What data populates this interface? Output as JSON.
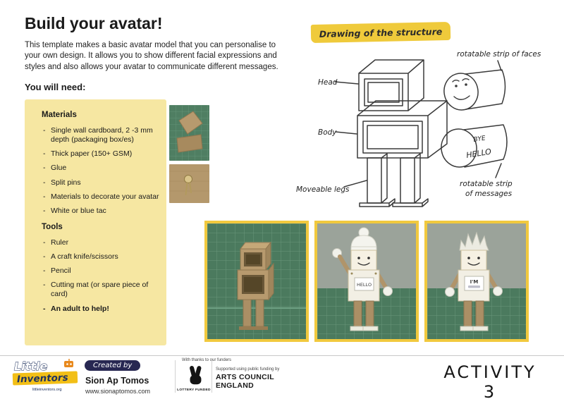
{
  "header": {
    "title": "Build your avatar!",
    "intro": "This template makes a basic avatar model that you can personalise to your own design. It allows you to show different facial expressions and styles and also allows your avatar to communicate different messages.",
    "you_will_need": "You will need:"
  },
  "supplies": {
    "materials_title": "Materials",
    "materials": [
      "Single wall cardboard, 2 -3 mm depth (packaging box/es)",
      "Thick paper (150+ GSM)",
      "Glue",
      "Split pins",
      "Materials to decorate your avatar",
      "White or blue tac"
    ],
    "tools_title": "Tools",
    "tools": [
      "Ruler",
      "A craft knife/scissors",
      "Pencil",
      "Cutting mat (or spare piece of card)",
      "An adult to help!"
    ]
  },
  "diagram": {
    "banner": "Drawing of the structure",
    "label_head": "Head",
    "label_body": "Body",
    "label_legs": "Moveable legs",
    "label_faces": "rotatable strip of faces",
    "label_messages_1": "rotatable strip",
    "label_messages_2": "of messages",
    "strip_text_bye": "BYE",
    "strip_text_hello": "HELLO"
  },
  "photos": {
    "hello_sign": "HELLO",
    "im_sign": "I'M"
  },
  "footer": {
    "created_by": "Created by",
    "author": "Sion Ap Tomos",
    "website": "www.sionaptomos.com",
    "funders_note": "With thanks to our funders",
    "lottery_label": "LOTTERY FUNDED",
    "supported_by": "Supported using public funding by",
    "arts_council_1": "ARTS COUNCIL",
    "arts_council_2": "ENGLAND",
    "activity": "ACTIVITY 3",
    "logo_little": "Little",
    "logo_inventors": "Inventors",
    "logo_url": "littleinventors.org"
  },
  "colors": {
    "panel_yellow": "#f6e7a2",
    "banner_yellow": "#efca3b",
    "photo_frame_yellow": "#f1c93e",
    "mat_green": "#4b7a5e",
    "cardboard_tan": "#b79a6e",
    "navy": "#282852"
  }
}
